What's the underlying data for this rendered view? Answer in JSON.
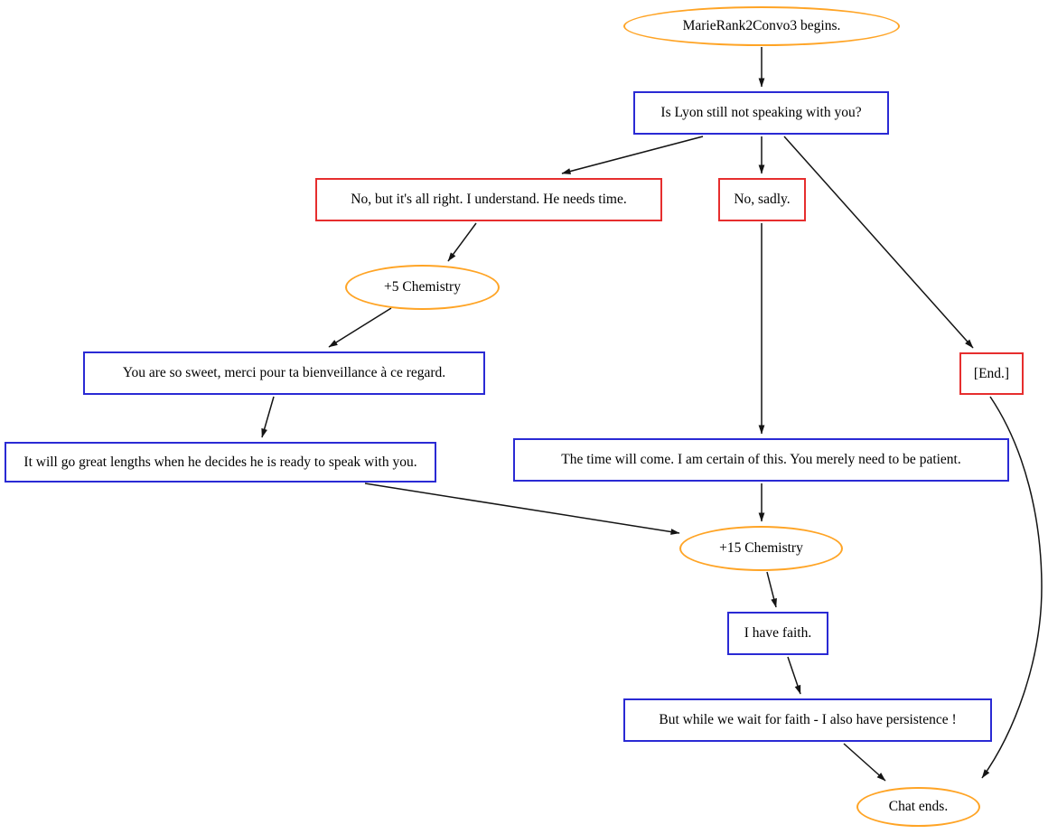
{
  "nodes": {
    "start": {
      "label": "MarieRank2Convo3 begins.",
      "type": "event"
    },
    "question": {
      "label": "Is Lyon still not speaking with you?",
      "type": "dialogue"
    },
    "choice_no_but": {
      "label": "No, but it's all right. I understand. He needs time.",
      "type": "choice"
    },
    "choice_no_sadly": {
      "label": "No, sadly.",
      "type": "choice"
    },
    "chem5": {
      "label": "+5 Chemistry",
      "type": "event"
    },
    "marie_sweet": {
      "label": "You are so sweet, merci pour ta bienveillance à ce regard.",
      "type": "dialogue"
    },
    "marie_lengths": {
      "label": "It will go great lengths when he decides he is ready to speak with you.",
      "type": "dialogue"
    },
    "marie_time": {
      "label": "The time will come. I am certain of this. You merely need to be patient.",
      "type": "dialogue"
    },
    "end_choice": {
      "label": "[End.]",
      "type": "choice"
    },
    "chem15": {
      "label": "+15 Chemistry",
      "type": "event"
    },
    "faith": {
      "label": "I have faith.",
      "type": "dialogue"
    },
    "persistence": {
      "label": "But while we wait for faith - I also have persistence !",
      "type": "dialogue"
    },
    "chat_ends": {
      "label": "Chat ends.",
      "type": "event"
    }
  },
  "edges": [
    {
      "from": "start",
      "to": "question"
    },
    {
      "from": "question",
      "to": "choice_no_but"
    },
    {
      "from": "question",
      "to": "choice_no_sadly"
    },
    {
      "from": "question",
      "to": "end_choice"
    },
    {
      "from": "choice_no_but",
      "to": "chem5"
    },
    {
      "from": "chem5",
      "to": "marie_sweet"
    },
    {
      "from": "marie_sweet",
      "to": "marie_lengths"
    },
    {
      "from": "marie_lengths",
      "to": "chem15"
    },
    {
      "from": "choice_no_sadly",
      "to": "marie_time"
    },
    {
      "from": "marie_time",
      "to": "chem15"
    },
    {
      "from": "chem15",
      "to": "faith"
    },
    {
      "from": "faith",
      "to": "persistence"
    },
    {
      "from": "persistence",
      "to": "chat_ends"
    },
    {
      "from": "end_choice",
      "to": "chat_ends"
    }
  ],
  "colors": {
    "event_border": "#ffa425",
    "dialogue_border": "#2a2ad4",
    "choice_border": "#e62e2e",
    "edge": "#141414",
    "background": "#ffffff",
    "text": "#000000"
  }
}
